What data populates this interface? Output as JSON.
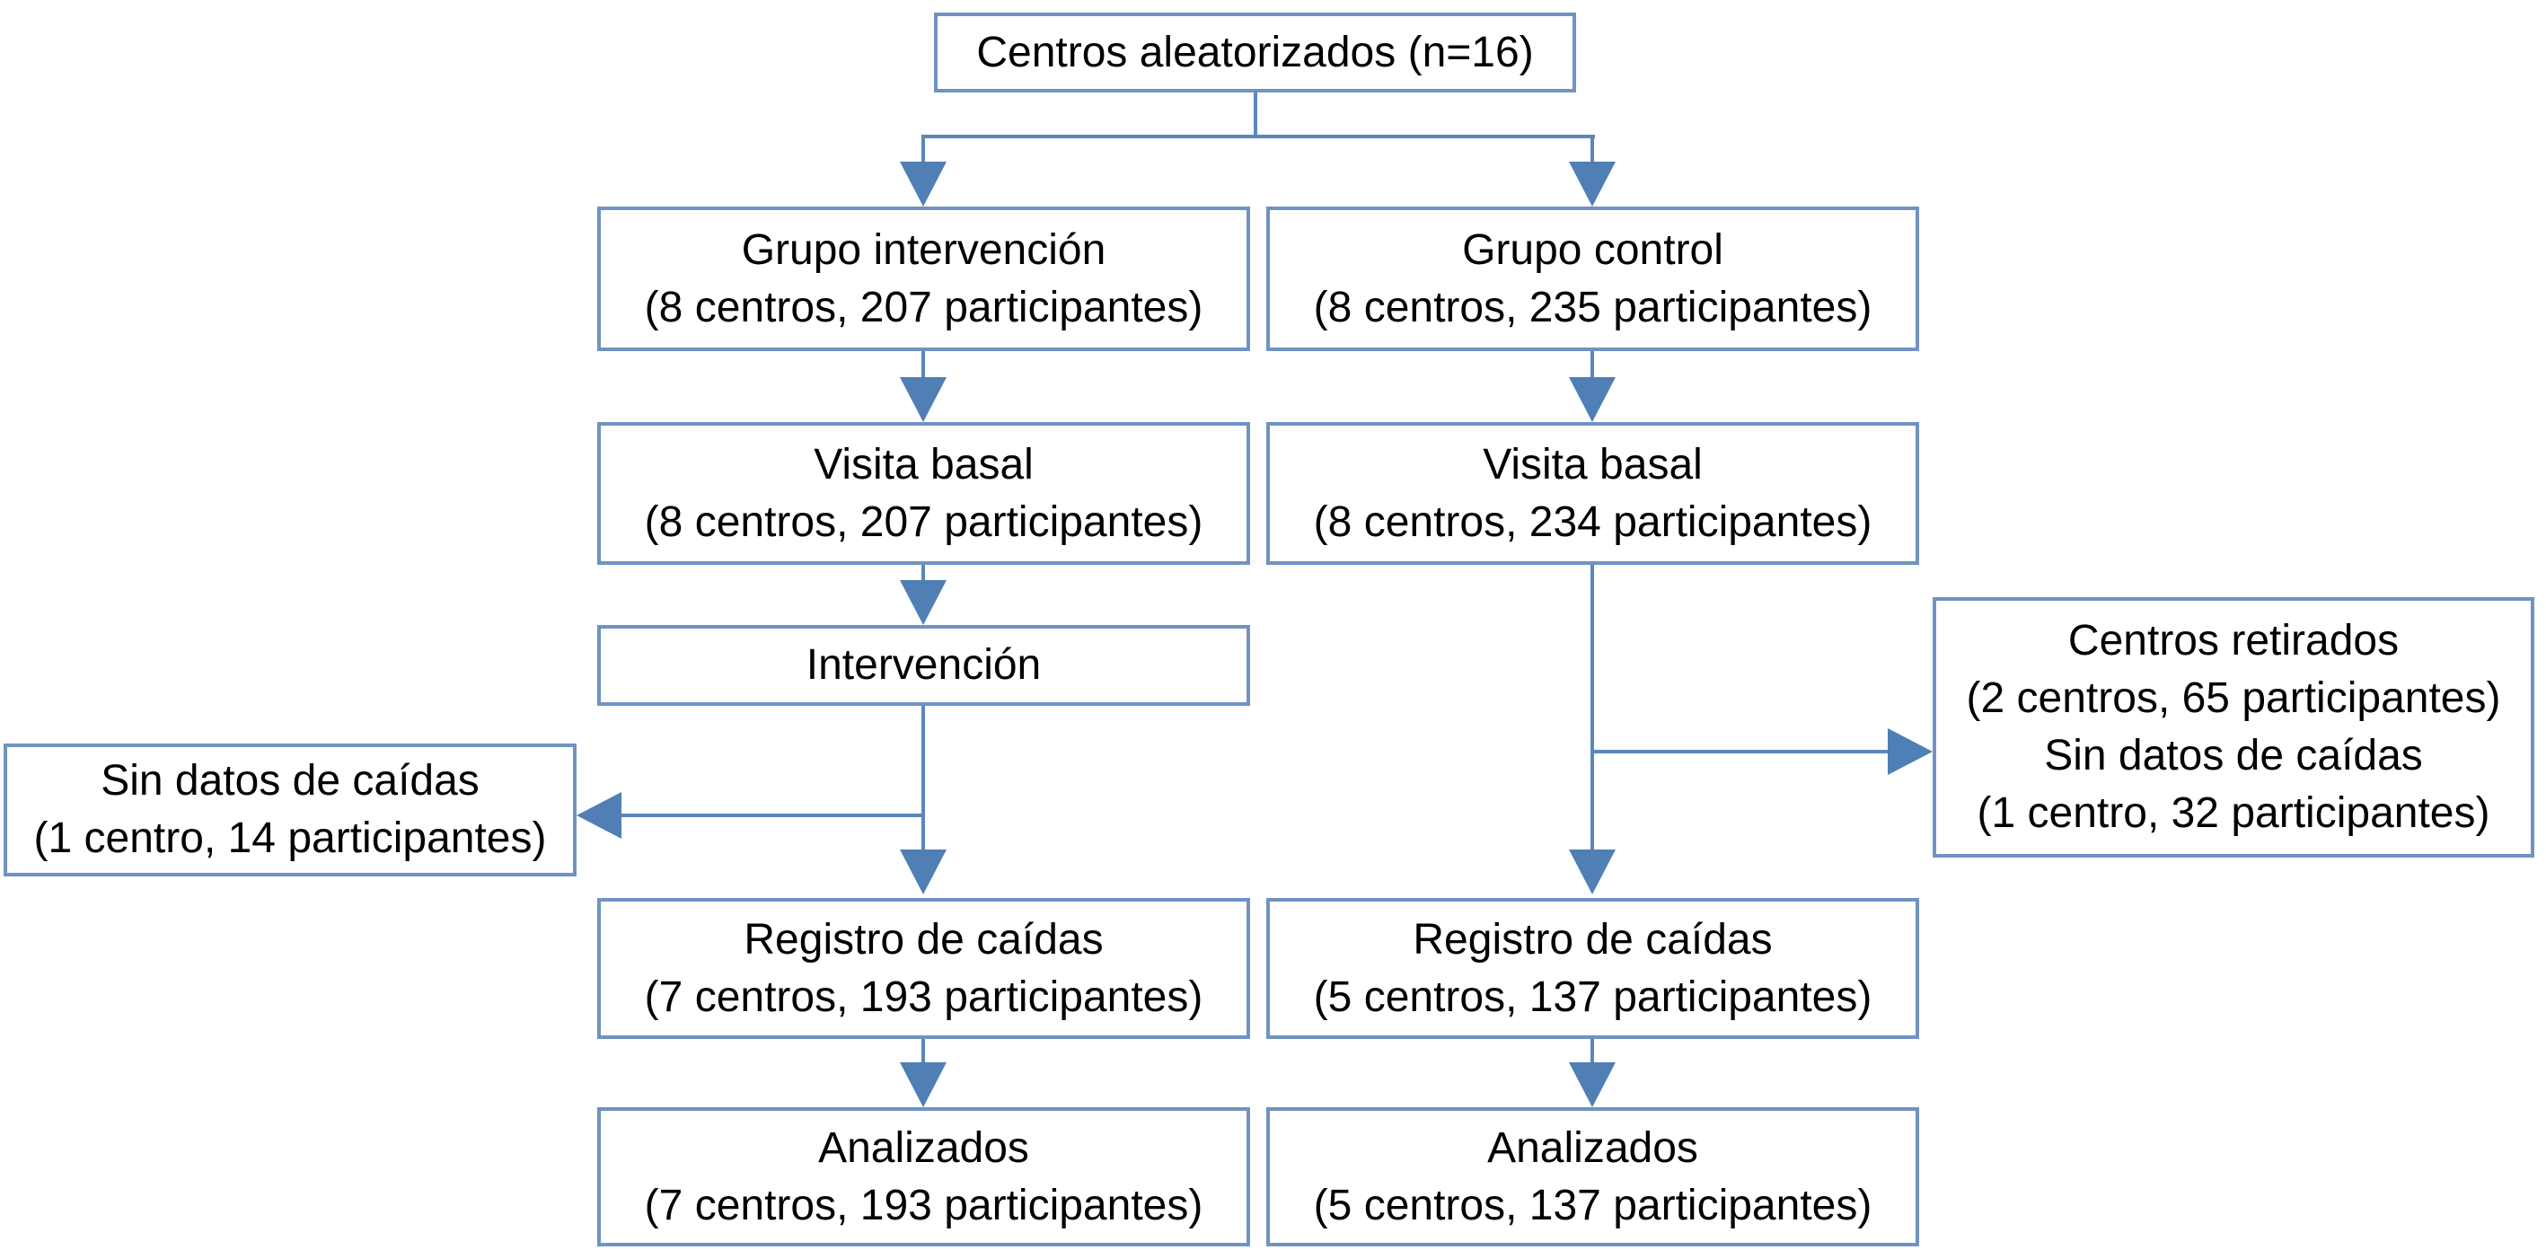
{
  "diagram_type": "consort-flowchart",
  "colors": {
    "box_border": "#7093c1",
    "connector_line": "#5d87ba",
    "arrowhead": "#4f7fb5",
    "text": "#000000",
    "background": "#ffffff"
  },
  "nodes": [
    {
      "id": "randomized",
      "lines": [
        "Centros aleatorizados (n=16)"
      ]
    },
    {
      "id": "intervention-group",
      "lines": [
        "Grupo intervención",
        "(8 centros, 207 participantes)"
      ]
    },
    {
      "id": "control-group",
      "lines": [
        "Grupo control",
        "(8 centros, 235 participantes)"
      ]
    },
    {
      "id": "baseline-intervention",
      "lines": [
        "Visita basal",
        "(8 centros, 207 participantes)"
      ]
    },
    {
      "id": "baseline-control",
      "lines": [
        "Visita basal",
        "(8 centros, 234 participantes)"
      ]
    },
    {
      "id": "intervention",
      "lines": [
        "Intervención"
      ]
    },
    {
      "id": "withdrawn-control",
      "lines": [
        "Centros retirados",
        "(2 centros, 65 participantes)",
        "Sin datos de caídas",
        "(1 centro, 32 participantes)"
      ]
    },
    {
      "id": "no-falls-intervention",
      "lines": [
        "Sin datos de caídas",
        "(1 centro, 14 participantes)"
      ]
    },
    {
      "id": "falls-registry-intervention",
      "lines": [
        "Registro de caídas",
        "(7 centros, 193 participantes)"
      ]
    },
    {
      "id": "falls-registry-control",
      "lines": [
        "Registro de caídas",
        "(5 centros, 137 participantes)"
      ]
    },
    {
      "id": "analyzed-intervention",
      "lines": [
        "Analizados",
        "(7 centros, 193 participantes)"
      ]
    },
    {
      "id": "analyzed-control",
      "lines": [
        "Analizados",
        "(5 centros, 137 participantes)"
      ]
    }
  ],
  "edges": [
    {
      "from": "randomized",
      "to": "intervention-group"
    },
    {
      "from": "randomized",
      "to": "control-group"
    },
    {
      "from": "intervention-group",
      "to": "baseline-intervention"
    },
    {
      "from": "control-group",
      "to": "baseline-control"
    },
    {
      "from": "baseline-intervention",
      "to": "intervention"
    },
    {
      "from": "intervention",
      "to": "falls-registry-intervention"
    },
    {
      "from": "intervention",
      "to": "no-falls-intervention",
      "type": "side-branch-left"
    },
    {
      "from": "baseline-control",
      "to": "falls-registry-control"
    },
    {
      "from": "baseline-control",
      "to": "withdrawn-control",
      "type": "side-branch-right"
    },
    {
      "from": "falls-registry-intervention",
      "to": "analyzed-intervention"
    },
    {
      "from": "falls-registry-control",
      "to": "analyzed-control"
    }
  ]
}
